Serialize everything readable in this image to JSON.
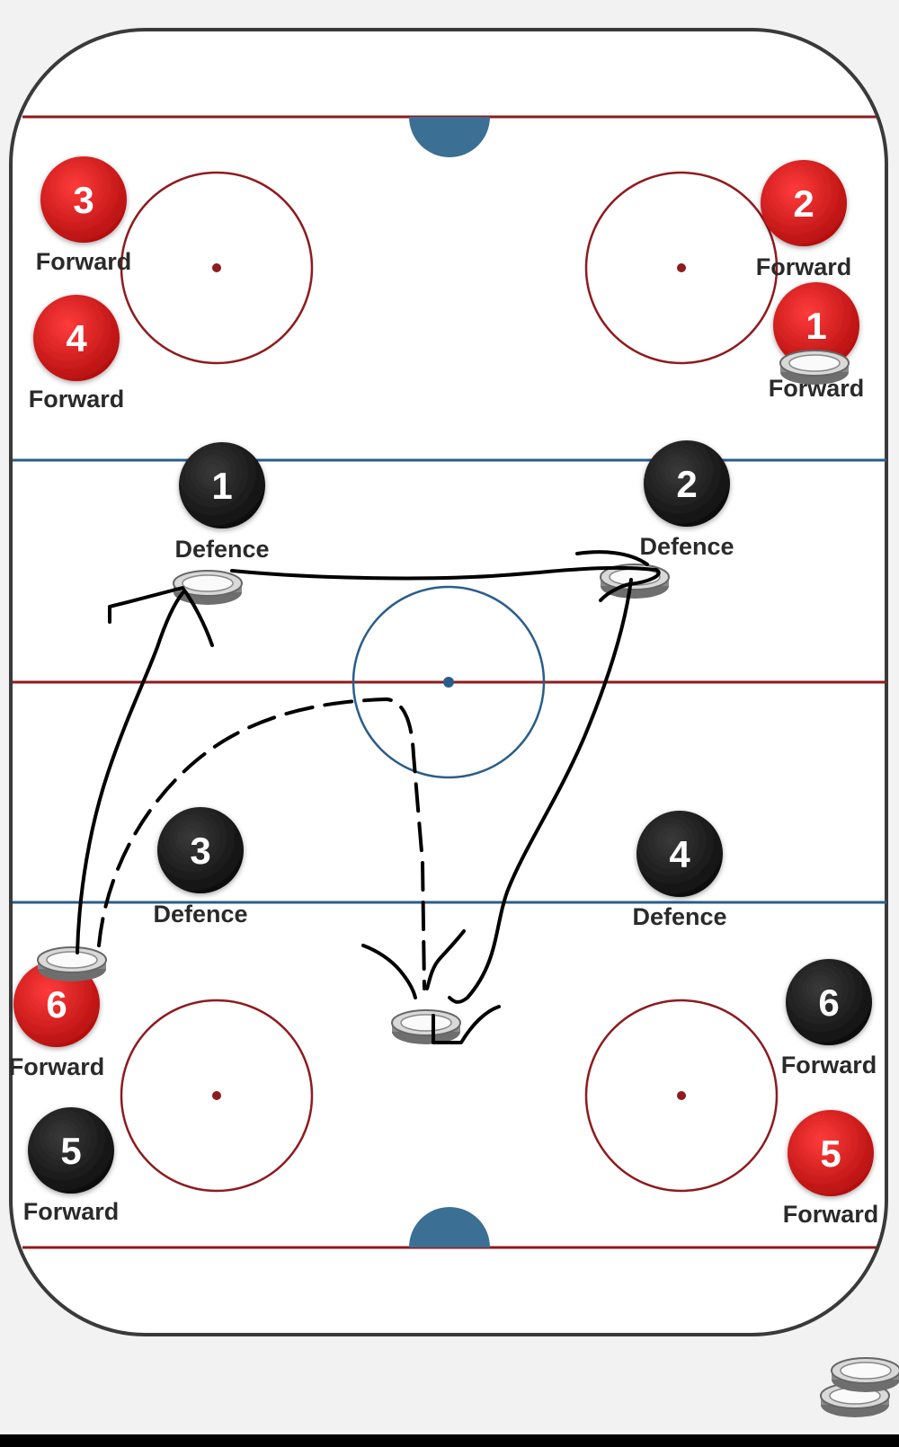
{
  "theme": {
    "red_team": "#d81414",
    "black_team": "#1a1a1a",
    "red_line": "#8e1b1e",
    "blue_line": "#2a5d8a",
    "crease": "#3b6f93",
    "ink": "#000000"
  },
  "players": [
    {
      "number": "3",
      "role": "Forward",
      "team": "red"
    },
    {
      "number": "4",
      "role": "Forward",
      "team": "red"
    },
    {
      "number": "2",
      "role": "Forward",
      "team": "red"
    },
    {
      "number": "1",
      "role": "Forward",
      "team": "red"
    },
    {
      "number": "1",
      "role": "Defence",
      "team": "black"
    },
    {
      "number": "2",
      "role": "Defence",
      "team": "black"
    },
    {
      "number": "3",
      "role": "Defence",
      "team": "black"
    },
    {
      "number": "4",
      "role": "Defence",
      "team": "black"
    },
    {
      "number": "6",
      "role": "Forward",
      "team": "red"
    },
    {
      "number": "6",
      "role": "Forward",
      "team": "black"
    },
    {
      "number": "5",
      "role": "Forward",
      "team": "black"
    },
    {
      "number": "5",
      "role": "Forward",
      "team": "red"
    }
  ],
  "pucks": [
    {
      "icon": "puck-icon",
      "near": "red-1-forward"
    },
    {
      "icon": "puck-icon",
      "near": "defence-1"
    },
    {
      "icon": "puck-icon",
      "near": "defence-2"
    },
    {
      "icon": "puck-icon",
      "near": "red-6-forward"
    },
    {
      "icon": "puck-icon",
      "near": "center-slot"
    },
    {
      "icon": "puck-stack-icon",
      "near": "corner"
    }
  ]
}
